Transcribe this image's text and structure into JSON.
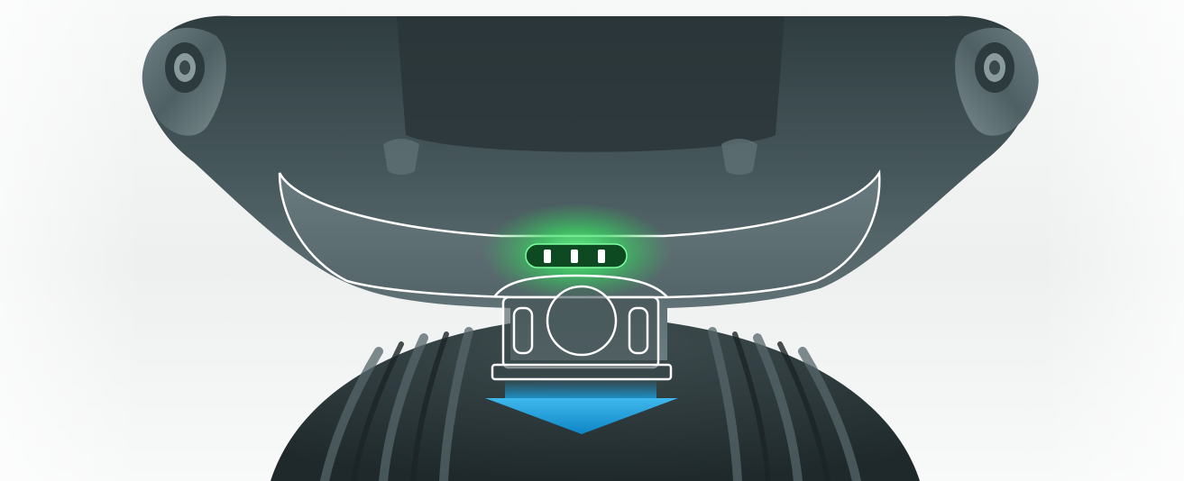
{
  "image": {
    "subject": "product-illustration",
    "colors": {
      "background": "#f4f5f5",
      "housing_dark": "#2e3b3e",
      "housing_mid": "#4c5c60",
      "housing_light": "#7c8d90",
      "outline": "#ffffff",
      "indicator_glow": "#3ee06a",
      "arrow": "#1a9ed9"
    },
    "indicator_lights": 3,
    "arrow_direction": "down"
  }
}
